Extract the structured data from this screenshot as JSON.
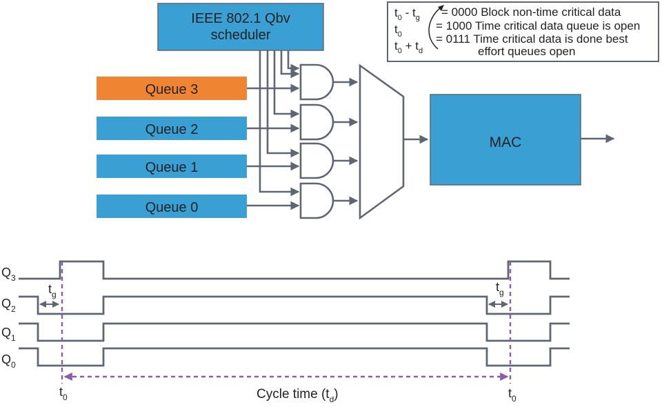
{
  "colors": {
    "block_blue": "#3aa0d4",
    "queue_highlight": "#ef8533",
    "wire": "#5f6673",
    "cycle_marker": "#8e5ab0"
  },
  "scheduler": {
    "line1": "IEEE 802.1 Qbv",
    "line2": "scheduler"
  },
  "queues": [
    {
      "label": "Queue 3",
      "highlighted": true
    },
    {
      "label": "Queue 2",
      "highlighted": false
    },
    {
      "label": "Queue 1",
      "highlighted": false
    },
    {
      "label": "Queue 0",
      "highlighted": false
    }
  ],
  "mac": {
    "label": "MAC"
  },
  "legend": {
    "rows": [
      {
        "time": "t",
        "sub1": "0",
        "op": " - t",
        "sub2": "g",
        "desc": "= 0000 Block non-time critical data"
      },
      {
        "time": "t",
        "sub1": "0",
        "op": "",
        "sub2": "",
        "desc": "= 1000 Time critical data queue is open"
      },
      {
        "time": "t",
        "sub1": "0",
        "op": " + t",
        "sub2": "d",
        "desc": "= 0111 Time critical data is done best"
      }
    ],
    "continuation": "effort queues open"
  },
  "timing": {
    "signals": [
      {
        "name": "Q",
        "sub": "3"
      },
      {
        "name": "Q",
        "sub": "2"
      },
      {
        "name": "Q",
        "sub": "1"
      },
      {
        "name": "Q",
        "sub": "0"
      }
    ],
    "guard_label": {
      "t": "t",
      "sub": "g"
    },
    "start_label": {
      "t": "t",
      "sub": "0"
    },
    "end_label": {
      "t": "t",
      "sub": "0"
    },
    "cycle": {
      "text": "Cycle time (t",
      "sub": "d",
      "close": ")"
    }
  }
}
